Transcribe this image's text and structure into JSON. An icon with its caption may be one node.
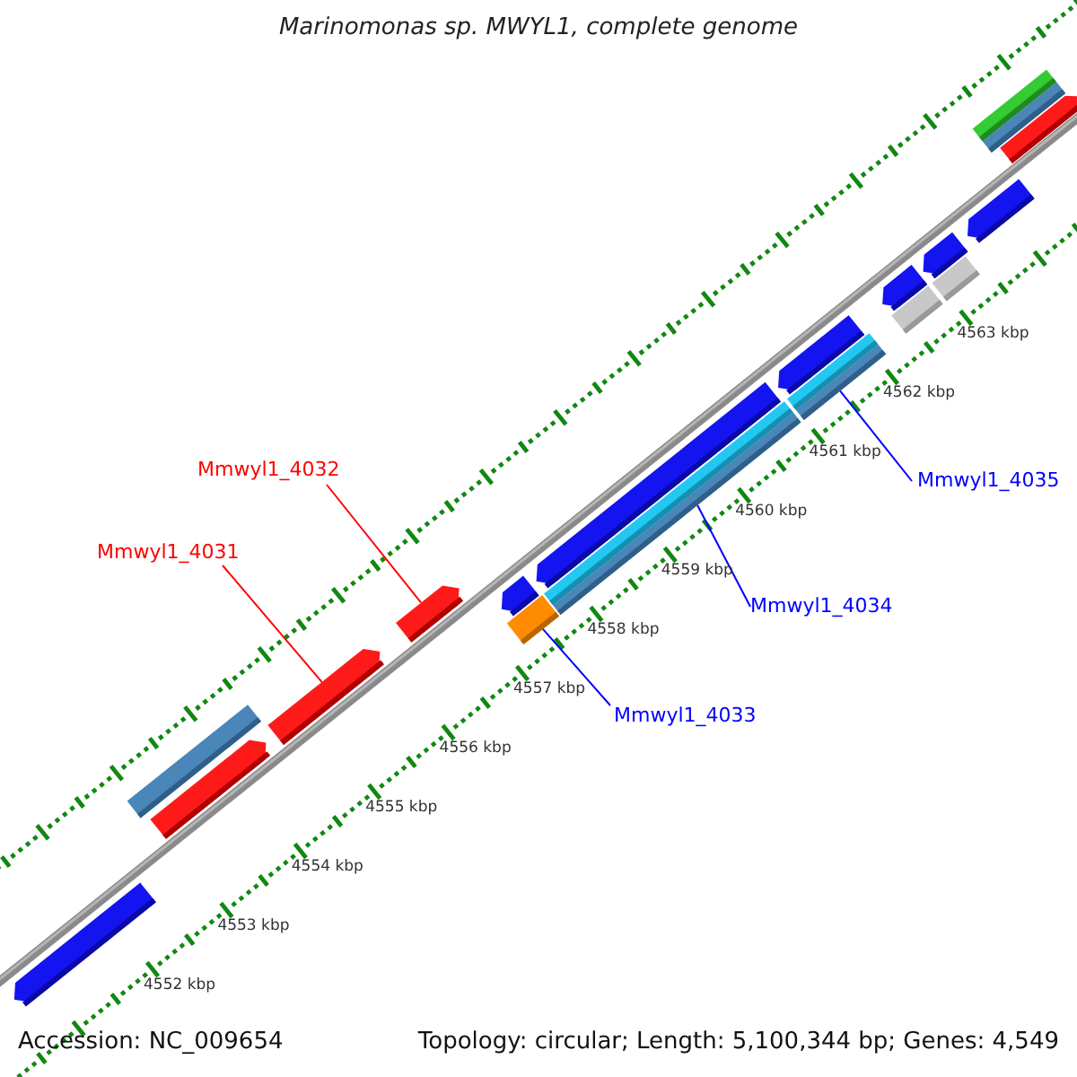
{
  "diagram": {
    "title": "Marinomonas sp. MWYL1, complete genome",
    "nodes": [
      {
        "text": [
          "Mmwyl1_4032"
        ]
      },
      {
        "text": [
          "Mmwyl1_4031"
        ]
      },
      {
        "text": [
          "Mmwyl1_4035"
        ]
      },
      {
        "text": [
          "Mmwyl1_4034"
        ]
      },
      {
        "text": [
          "Mmwyl1_4033"
        ]
      },
      {
        "text": [],
        "shape": "bar"
      },
      {
        "text": [],
        "shape": "bar"
      },
      {
        "text": [],
        "shape": "bar"
      },
      {
        "text": [],
        "shape": "bar"
      },
      {
        "text": [],
        "shape": "bar"
      },
      {
        "text": [],
        "shape": "bar"
      },
      {
        "text": [],
        "shape": "bar"
      },
      {
        "text": [],
        "shape": "bar"
      },
      {
        "text": [],
        "shape": "bar"
      },
      {
        "text": [],
        "shape": "bar"
      },
      {
        "text": [],
        "shape": "bar"
      },
      {
        "text": [],
        "shape": "bar"
      },
      {
        "text": [],
        "shape": "bar"
      },
      {
        "text": [],
        "shape": "bar"
      },
      {
        "text": [],
        "shape": "bar"
      },
      {
        "text": [],
        "shape": "bar"
      },
      {
        "text": [],
        "shape": "bar"
      },
      {
        "text": [],
        "shape": "bar"
      },
      {
        "text": [],
        "shape": "bar"
      },
      {
        "text": [],
        "shape": "bar"
      },
      {
        "text": [],
        "shape": "bar"
      }
    ],
    "edges": [
      {
        "from": 0,
        "to": 9,
        "arrow": "none",
        "color": "#ff0000"
      },
      {
        "from": 1,
        "to": 8,
        "arrow": "none",
        "color": "#ff0000"
      },
      {
        "from": 2,
        "to": 17,
        "arrow": "none"
      },
      {
        "from": 3,
        "to": 14,
        "arrow": "none"
      },
      {
        "from": 4,
        "to": 11,
        "arrow": "none"
      }
    ],
    "labels": [
      "4552 kbp",
      "4553 kbp",
      "4554 kbp",
      "4555 kbp",
      "4556 kbp",
      "4557 kbp",
      "4558 kbp",
      "4559 kbp",
      "4560 kbp",
      "4561 kbp",
      "4562 kbp",
      "4563 kbp",
      "Accession: NC_009654",
      "Topology: circular; Length: 5,100,344 bp; Genes: 4,549"
    ]
  }
}
